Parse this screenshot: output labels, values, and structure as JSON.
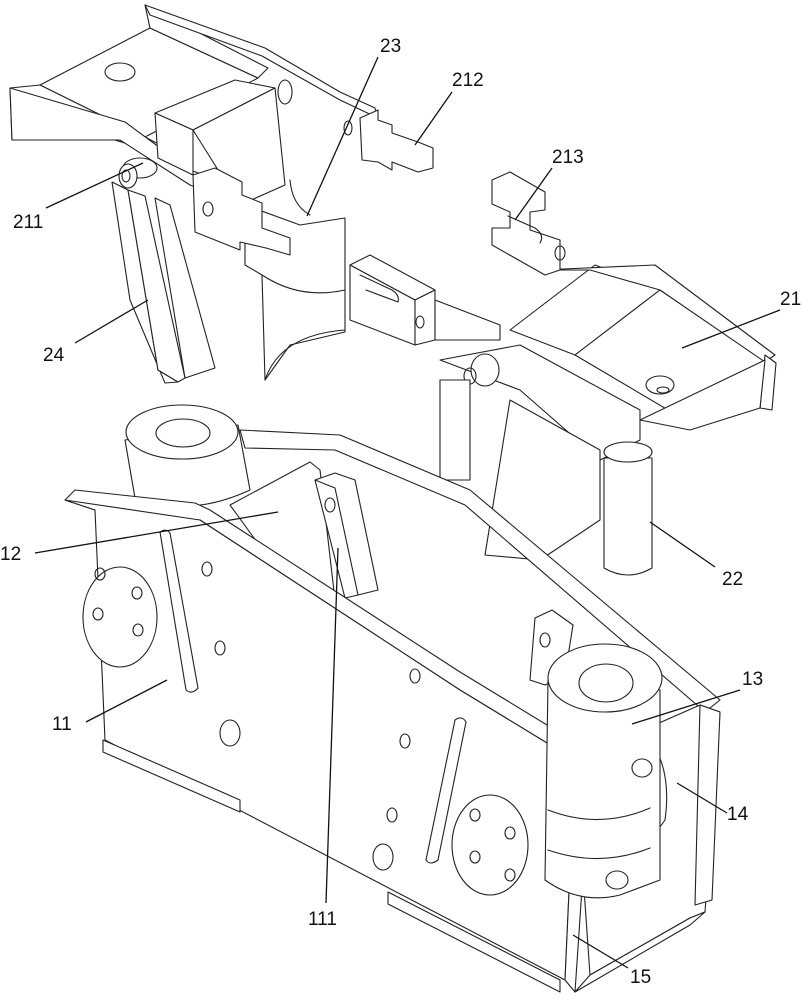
{
  "figure": {
    "type": "patent-isometric-line-drawing",
    "background": "#ffffff",
    "line_color": "#222222"
  },
  "labels": [
    {
      "id": "23",
      "text": "23"
    },
    {
      "id": "212",
      "text": "212"
    },
    {
      "id": "213",
      "text": "213"
    },
    {
      "id": "211",
      "text": "211"
    },
    {
      "id": "24",
      "text": "24"
    },
    {
      "id": "21",
      "text": "21"
    },
    {
      "id": "12",
      "text": "12"
    },
    {
      "id": "22",
      "text": "22"
    },
    {
      "id": "13",
      "text": "13"
    },
    {
      "id": "11",
      "text": "11"
    },
    {
      "id": "14",
      "text": "14"
    },
    {
      "id": "111",
      "text": "111"
    },
    {
      "id": "15",
      "text": "15"
    }
  ]
}
